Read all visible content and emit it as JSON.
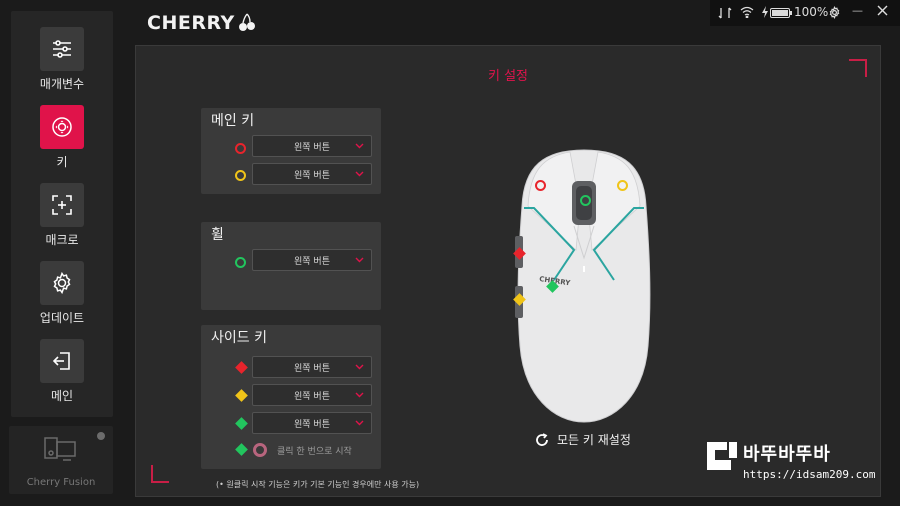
{
  "brand": {
    "logo_text": "CHERRY"
  },
  "tray": {
    "battery": "100%"
  },
  "sidebar": {
    "items": [
      {
        "label": "매개변수",
        "icon": "sliders-icon"
      },
      {
        "label": "키",
        "icon": "key-target-icon",
        "active": true
      },
      {
        "label": "매크로",
        "icon": "macro-add-icon"
      },
      {
        "label": "업데이트",
        "icon": "gear-icon"
      },
      {
        "label": "메인",
        "icon": "exit-icon"
      }
    ],
    "fusion_label": "Cherry Fusion"
  },
  "main": {
    "title": "키 설정",
    "main_keys": {
      "title": "메인 키",
      "rows": [
        {
          "marker": "ring",
          "color": "#e8242c",
          "value": "왼쪽 버튼"
        },
        {
          "marker": "ring",
          "color": "#f0c419",
          "value": "왼쪽 버튼"
        }
      ]
    },
    "wheel": {
      "title": "휠",
      "rows": [
        {
          "marker": "ring",
          "color": "#22c55e",
          "value": "왼쪽 버튼"
        }
      ]
    },
    "side_keys": {
      "title": "사이드 키",
      "rows": [
        {
          "marker": "diamond",
          "color": "#e8242c",
          "value": "왼쪽 버튼"
        },
        {
          "marker": "diamond",
          "color": "#f0c419",
          "value": "왼쪽 버튼"
        },
        {
          "marker": "diamond",
          "color": "#22c55e",
          "value": "왼쪽 버튼"
        }
      ],
      "one_click": {
        "marker": "diamond",
        "color": "#22c55e",
        "label": "클릭 한 번으로 시작"
      }
    },
    "footnote": "(• 원클릭 시작 기능은 키가 기본 기능인 경우에만 사용 가능)",
    "reset_label": "모든 키 재설정",
    "mouse_logo": "CHERRY"
  },
  "watermark": {
    "big": "바뚜바뚜바",
    "url": "https://idsam209.com"
  },
  "colors": {
    "accent": "#e0134a"
  }
}
